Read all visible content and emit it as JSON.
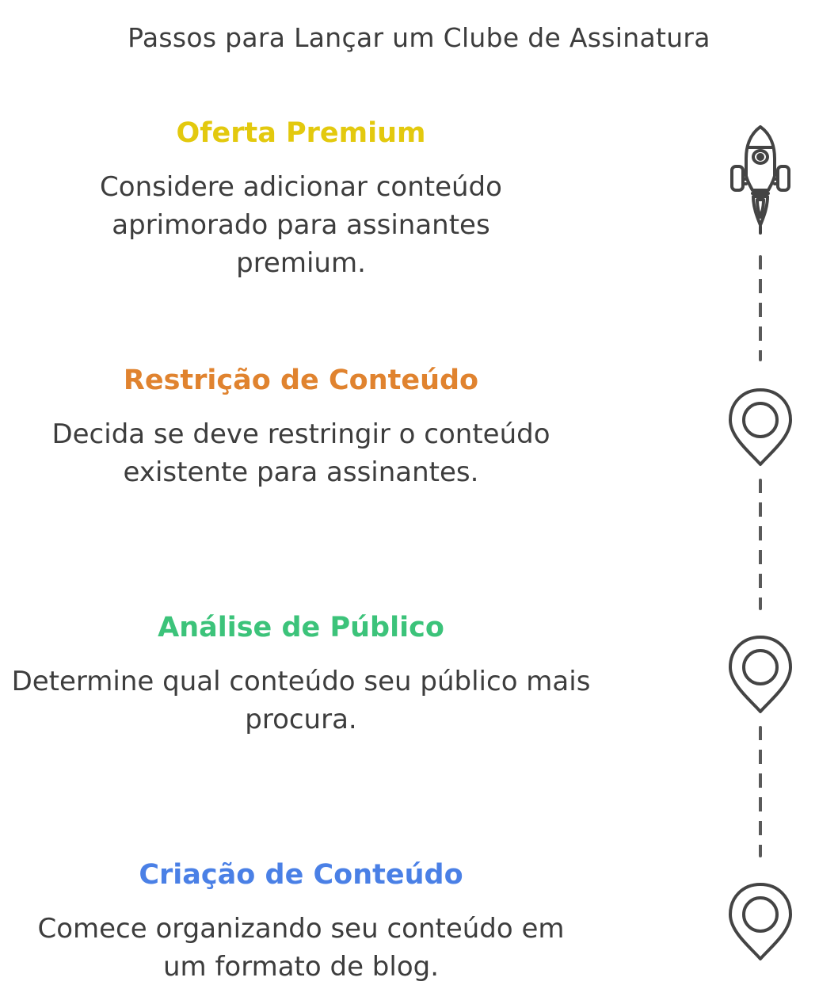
{
  "diagram": {
    "title": "Passos para Lançar um Clube de Assinatura",
    "steps": [
      {
        "title": "Oferta Premium",
        "color": "#e3c90e",
        "description": "Considere adicionar conteúdo aprimorado para assinantes premium.",
        "icon": "rocket-icon"
      },
      {
        "title": "Restrição de Conteúdo",
        "color": "#e0832f",
        "description": "Decida se deve restringir o conteúdo existente para assinantes.",
        "icon": "map-pin-icon"
      },
      {
        "title": "Análise de Público",
        "color": "#3cc37a",
        "description": "Determine qual conteúdo seu público mais procura.",
        "icon": "map-pin-icon"
      },
      {
        "title": "Criação de Conteúdo",
        "color": "#4a80e6",
        "description": "Comece organizando seu conteúdo em um formato de blog.",
        "icon": "map-pin-icon"
      }
    ],
    "connector_color": "#5a5a5a",
    "text_color": "#3d3d3d"
  }
}
